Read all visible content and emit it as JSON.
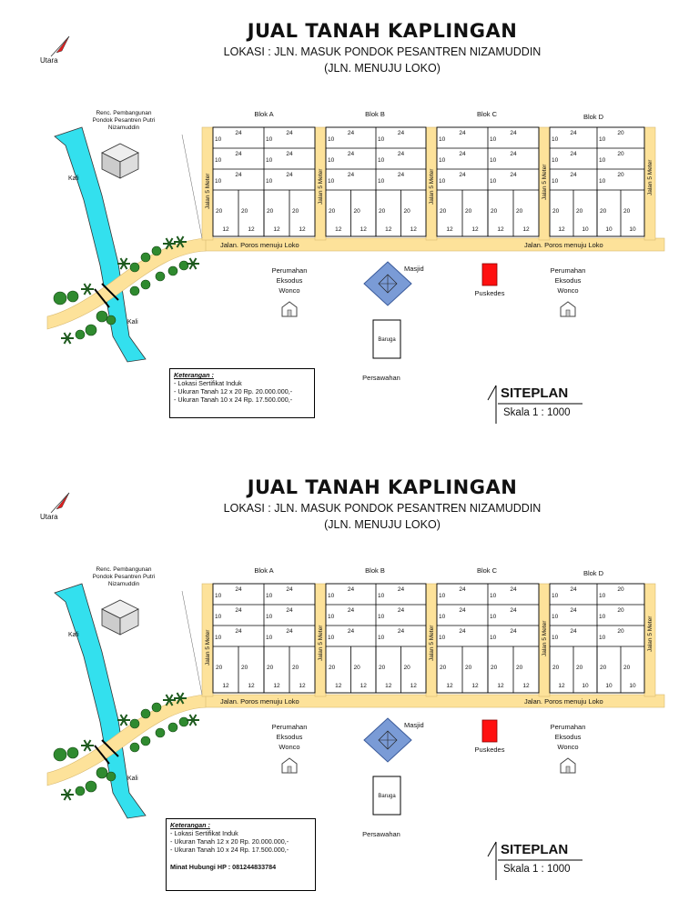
{
  "title": "JUAL TANAH KAPLINGAN",
  "location": "LOKASI : JLN. MASUK PONDOK PESANTREN NIZAMUDDIN",
  "location_note": "(JLN. MENUJU LOKO)",
  "north_label": "Utara",
  "planned_building": "Renc. Pembangunan Pondok Pesantren Putri Nizamuddin",
  "river_label": "Kali",
  "blocks": [
    "Blok A",
    "Blok B",
    "Blok C",
    "Blok D"
  ],
  "road_side_label": "Jalan 5 Meter",
  "main_road_label": "Jalan. Poros  menuju Loko",
  "housing_label": "Perumahan Eksodus Wonco",
  "mosque_label": "Masjid",
  "clinic_label": "Puskedes",
  "hall_label": "Baruga",
  "field_label": "Persawahan",
  "legend": {
    "title": "Keterangan :",
    "items": [
      "- Lokasi Sertifikat Induk",
      "- Ukuran Tanah 12 x 20  Rp. 20.000.000,-",
      "- Ukuran Tanah 10 x 24  Rp. 17.500.000,-"
    ],
    "contact": "Minat Hubungi HP : 081244833784"
  },
  "siteplan_title": "SITEPLAN",
  "scale": "Skala 1 : 1000",
  "lot_numbers": {
    "width_24": "24",
    "width_10": "10",
    "width_20": "20",
    "width_12": "12"
  },
  "colors": {
    "road": "#fde29a",
    "river": "#33e0ee",
    "lot_bg": "#ffffff",
    "clinic": "#ff1010",
    "mosque": "#7a9bd6",
    "tree": "#2f8a2f"
  }
}
